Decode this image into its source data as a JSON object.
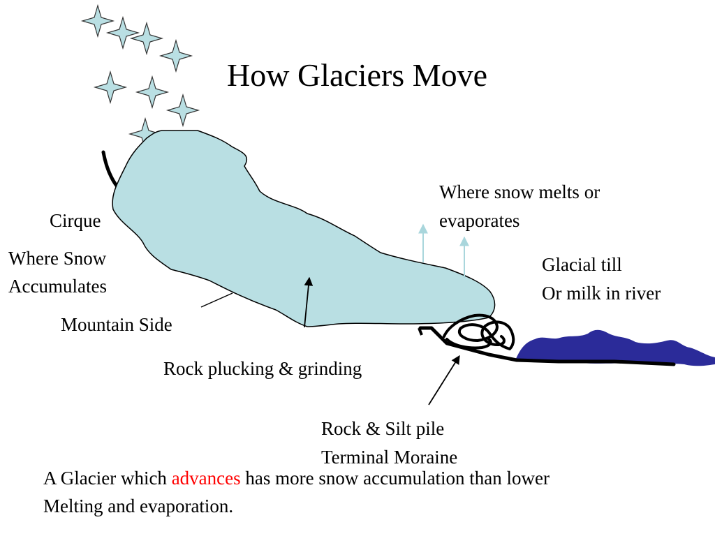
{
  "title": "How Glaciers Move",
  "labels": {
    "cirque": "Cirque",
    "accumulate_1": "Where Snow",
    "accumulate_2": "Accumulates",
    "mountain_side": "Mountain Side",
    "plucking": "Rock plucking & grinding",
    "melt_1": "Where snow melts or",
    "melt_2": "evaporates",
    "till_1": "Glacial till",
    "till_2": "Or milk in river",
    "moraine_1": "Rock & Silt pile",
    "moraine_2": "Terminal Moraine"
  },
  "footer": {
    "line1_pre": "A Glacier which ",
    "line1_highlight": "advances",
    "line1_post": " has more snow accumulation than lower",
    "line2": "Melting and evaporation."
  },
  "colors": {
    "glacier_fill": "#b9dfe3",
    "star_fill": "#b9dfe3",
    "river_fill": "#2b2b99",
    "highlight": "#ff0000",
    "arrow_up": "#a9d6dc"
  }
}
